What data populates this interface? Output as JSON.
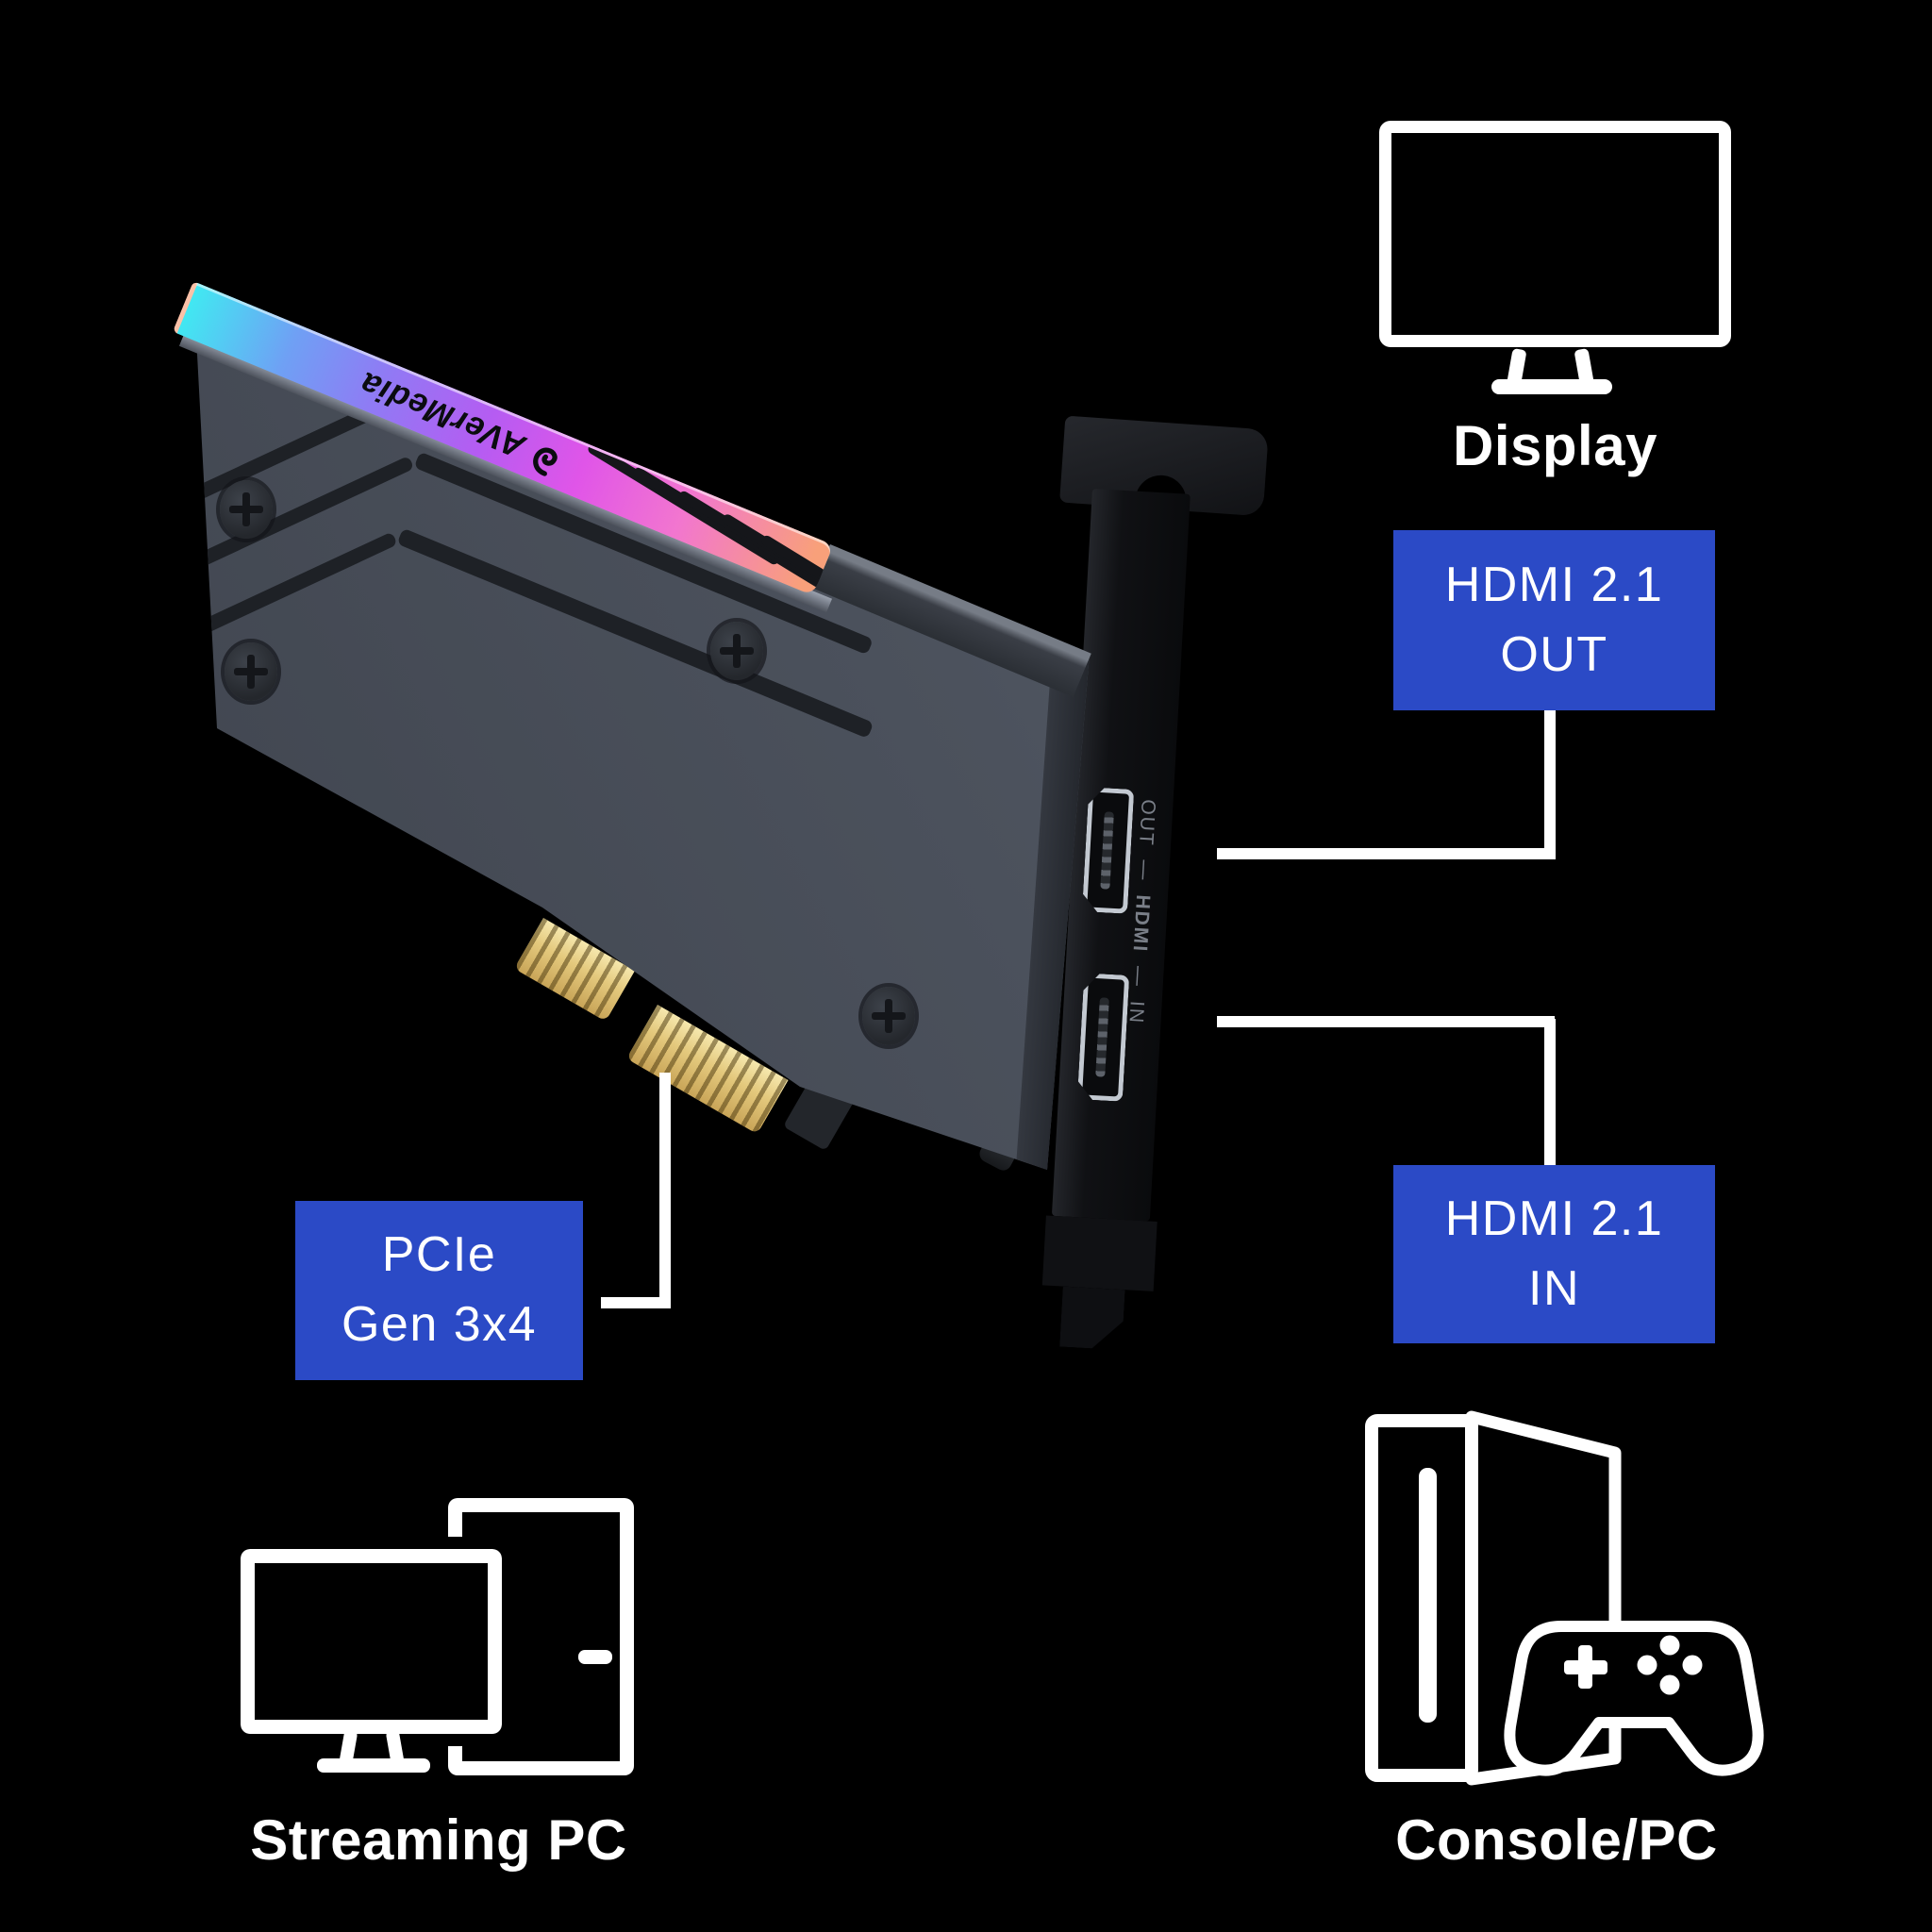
{
  "diagram": {
    "endpoints": {
      "display": "Display",
      "streaming_pc": "Streaming PC",
      "console_pc": "Console/PC"
    },
    "callouts": {
      "hdmi_out": {
        "line1": "HDMI 2.1",
        "line2": "OUT"
      },
      "hdmi_in": {
        "line1": "HDMI 2.1",
        "line2": "IN"
      },
      "pcie": {
        "line1": "PCIe",
        "line2": "Gen 3x4"
      }
    },
    "card": {
      "brand": "AVerMedia",
      "bracket": {
        "top": "OUT",
        "sep1": "—",
        "mid": "HDMI",
        "sep2": "—",
        "bottom": "IN"
      }
    },
    "colors": {
      "background": "#000000",
      "callout_blue": "#2b4ac6",
      "connector_line": "#ffffff",
      "icon_white": "#ffffff",
      "card_gray": "#4c525d",
      "bracket_black": "#111215",
      "pcie_gold": "#e4c97d",
      "rgb_strip_gradient": [
        "#41e8f2",
        "#8f7bf4",
        "#b55cf2",
        "#e055e8",
        "#f276cf",
        "#f8a07a"
      ]
    }
  }
}
